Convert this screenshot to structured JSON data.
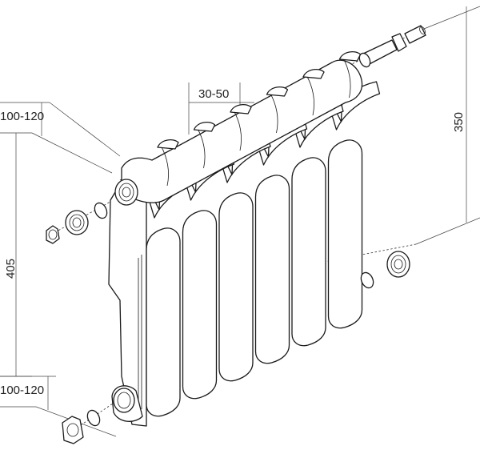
{
  "dimensions": {
    "top_left_width": "100-120",
    "section_depth": "30-50",
    "axis_distance": "350",
    "total_height": "405",
    "bottom_left_width": "100-120"
  },
  "section_count": 6
}
